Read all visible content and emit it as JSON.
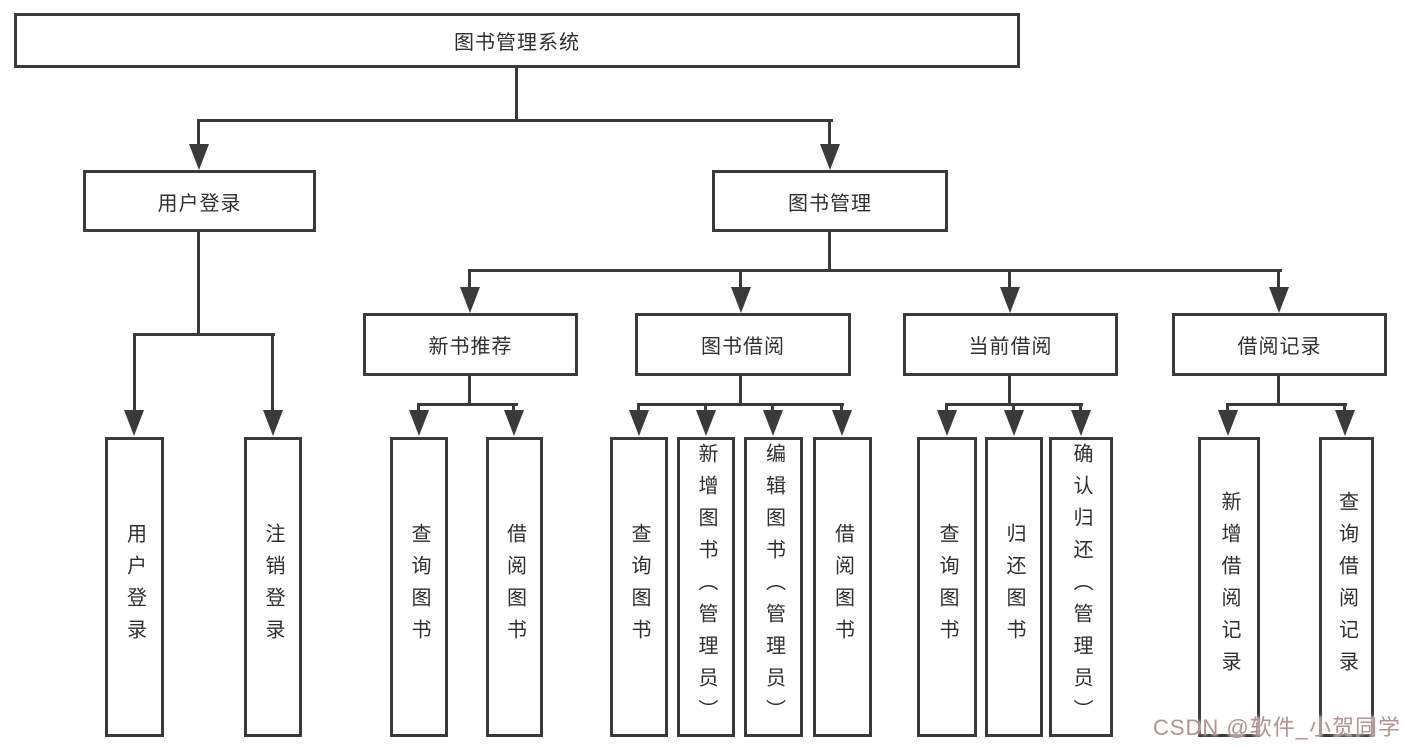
{
  "diagram": {
    "root_label": "图书管理系统",
    "user_branch": {
      "label": "用户登录",
      "children": [
        "用户登录",
        "注销登录"
      ]
    },
    "manage_branch": {
      "label": "图书管理",
      "sections": [
        {
          "label": "新书推荐",
          "children": [
            "查询图书",
            "借阅图书"
          ]
        },
        {
          "label": "图书借阅",
          "children": [
            "查询图书",
            "新增图书（管理员）",
            "编辑图书（管理员）",
            "借阅图书"
          ]
        },
        {
          "label": "当前借阅",
          "children": [
            "查询图书",
            "归还图书",
            "确认归还（管理员）"
          ]
        },
        {
          "label": "借阅记录",
          "children": [
            "新增借阅记录",
            "查询借阅记录"
          ]
        }
      ]
    }
  },
  "watermark": {
    "text": "CSDN @软件_小贺同学",
    "color": "#b5918f"
  },
  "colors": {
    "line": "#3a3a3a",
    "text": "#2f2f2f",
    "box_background": "#ffffff",
    "page_background": "#ffffff"
  }
}
